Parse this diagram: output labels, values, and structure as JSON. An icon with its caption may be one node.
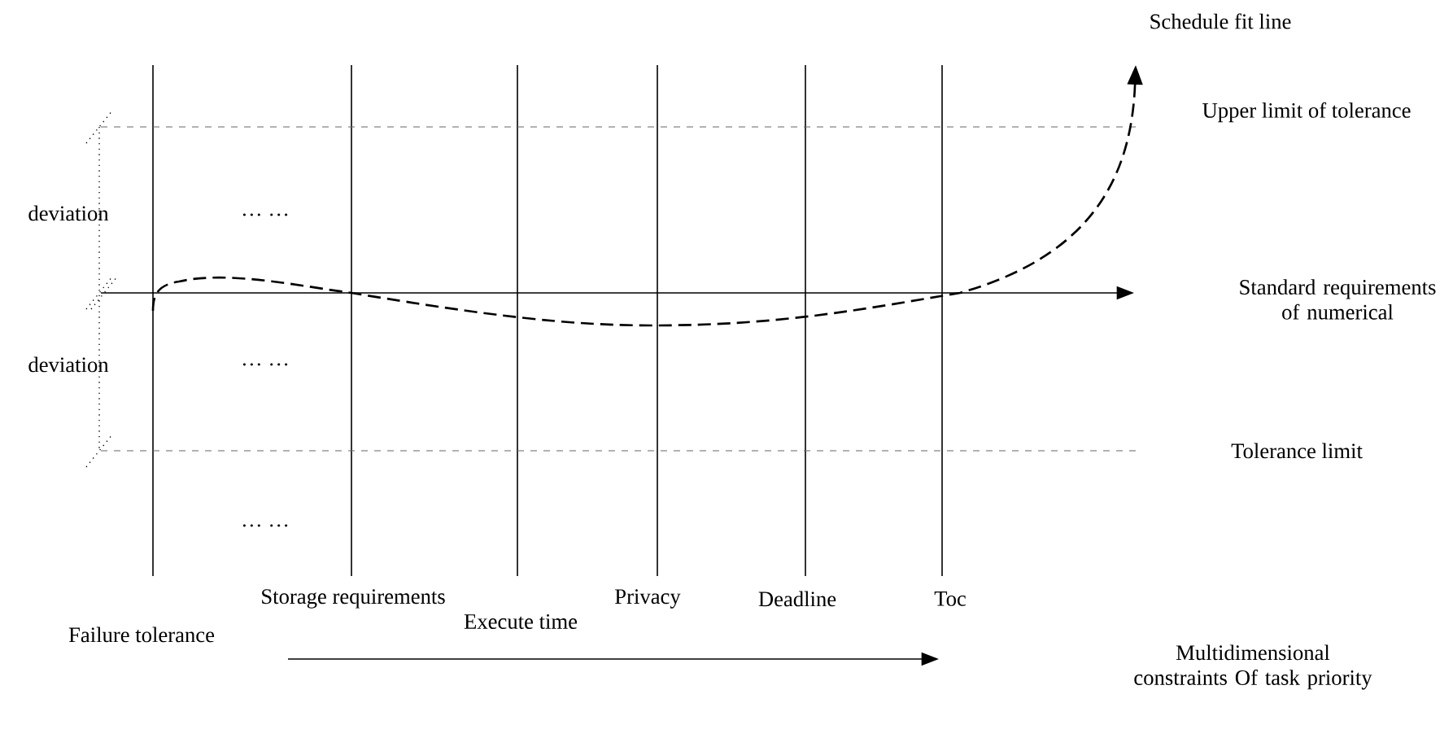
{
  "diagram": {
    "labels": [
      "Schedule fit line",
      "Upper limit of tolerance",
      "deviation",
      "… …",
      "Standard requirements of numerical",
      "deviation",
      "… …",
      "Tolerance limit",
      "… …",
      "Storage requirements",
      "Privacy",
      "Deadline",
      "Toc",
      "Failure tolerance",
      "Execute time",
      "Multidimensional constraints Of task priority"
    ]
  }
}
